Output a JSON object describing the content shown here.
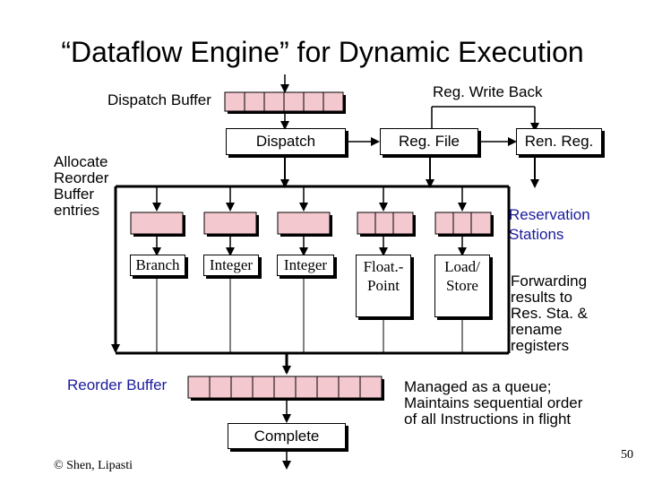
{
  "title": "“Dataflow Engine” for Dynamic Execution",
  "labels": {
    "dispatch_buffer": "Dispatch Buffer",
    "reg_write_back": "Reg. Write Back",
    "dispatch": "Dispatch",
    "reg_file": "Reg. File",
    "ren_reg": "Ren. Reg.",
    "allocate_lines": [
      "Allocate",
      "Reorder",
      "Buffer",
      "entries"
    ],
    "reservation_lines": [
      "Reservation",
      "Stations"
    ],
    "reorder_buffer": "Reorder Buffer",
    "complete": "Complete",
    "forwarding_lines": [
      "Forwarding",
      "results to",
      "Res. Sta. &",
      "rename",
      "registers"
    ],
    "managed_lines": [
      "Managed as a queue;",
      "Maintains sequential order",
      "of all Instructions in flight"
    ],
    "copyright": "© Shen, Lipasti",
    "page_number": "50"
  },
  "functional_units": [
    {
      "lines": [
        "Branch"
      ]
    },
    {
      "lines": [
        "Integer"
      ]
    },
    {
      "lines": [
        "Integer"
      ]
    },
    {
      "lines": [
        "Float.-",
        "Point"
      ]
    },
    {
      "lines": [
        "Load/",
        "Store"
      ]
    }
  ],
  "colors": {
    "buffer_fill": "#f3c8cf",
    "blue_text": "#1a1a9c",
    "line": "#000000"
  }
}
